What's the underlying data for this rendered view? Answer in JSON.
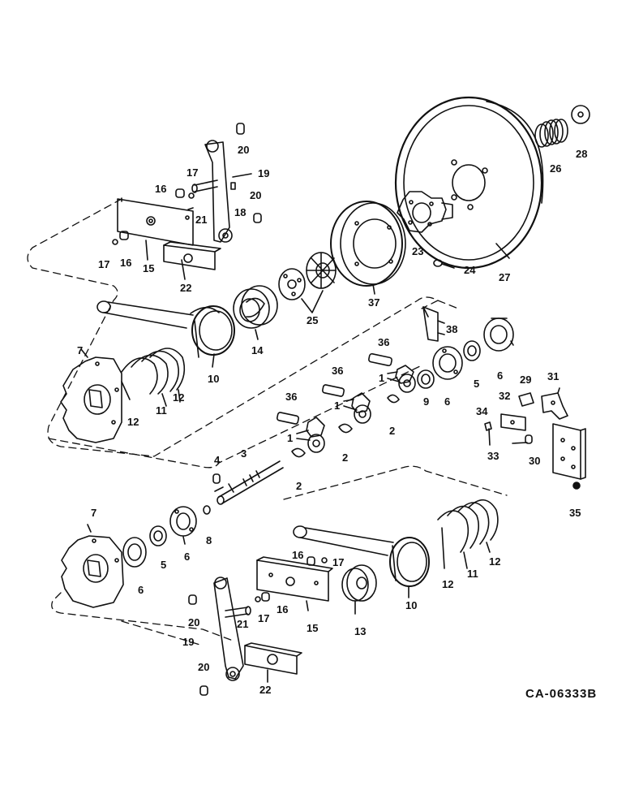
{
  "diagram": {
    "drawing_code": "CA-06333B",
    "callouts": [
      {
        "key": "n20a",
        "text": "20"
      },
      {
        "key": "n19a",
        "text": "19"
      },
      {
        "key": "n17a",
        "text": "17"
      },
      {
        "key": "n16a",
        "text": "16"
      },
      {
        "key": "n20b",
        "text": "20"
      },
      {
        "key": "n21a",
        "text": "21"
      },
      {
        "key": "n18a",
        "text": "18"
      },
      {
        "key": "n17b",
        "text": "17"
      },
      {
        "key": "n16b",
        "text": "16"
      },
      {
        "key": "n15a",
        "text": "15"
      },
      {
        "key": "n22a",
        "text": "22"
      },
      {
        "key": "n26",
        "text": "26"
      },
      {
        "key": "n28",
        "text": "28"
      },
      {
        "key": "n23",
        "text": "23"
      },
      {
        "key": "n24",
        "text": "24"
      },
      {
        "key": "n27",
        "text": "27"
      },
      {
        "key": "n37",
        "text": "37"
      },
      {
        "key": "n25",
        "text": "25"
      },
      {
        "key": "n14",
        "text": "14"
      },
      {
        "key": "n7a",
        "text": "7"
      },
      {
        "key": "n10a",
        "text": "10"
      },
      {
        "key": "n12a",
        "text": "12"
      },
      {
        "key": "n11a",
        "text": "11"
      },
      {
        "key": "n12b",
        "text": "12"
      },
      {
        "key": "n38",
        "text": "38"
      },
      {
        "key": "n36a",
        "text": "36"
      },
      {
        "key": "n36b",
        "text": "36"
      },
      {
        "key": "n36c",
        "text": "36"
      },
      {
        "key": "n1a",
        "text": "1"
      },
      {
        "key": "n1b",
        "text": "1"
      },
      {
        "key": "n1c",
        "text": "1"
      },
      {
        "key": "n9",
        "text": "9"
      },
      {
        "key": "n6a",
        "text": "6"
      },
      {
        "key": "n5a",
        "text": "5"
      },
      {
        "key": "n6b",
        "text": "6"
      },
      {
        "key": "n2a",
        "text": "2"
      },
      {
        "key": "n2b",
        "text": "2"
      },
      {
        "key": "n2c",
        "text": "2"
      },
      {
        "key": "n29",
        "text": "29"
      },
      {
        "key": "n31",
        "text": "31"
      },
      {
        "key": "n32",
        "text": "32"
      },
      {
        "key": "n34",
        "text": "34"
      },
      {
        "key": "n33",
        "text": "33"
      },
      {
        "key": "n30",
        "text": "30"
      },
      {
        "key": "n35",
        "text": "35"
      },
      {
        "key": "n4",
        "text": "4"
      },
      {
        "key": "n3",
        "text": "3"
      },
      {
        "key": "n8",
        "text": "8"
      },
      {
        "key": "n7b",
        "text": "7"
      },
      {
        "key": "n6c",
        "text": "6"
      },
      {
        "key": "n5b",
        "text": "5"
      },
      {
        "key": "n6d",
        "text": "6"
      },
      {
        "key": "n16c",
        "text": "16"
      },
      {
        "key": "n17c",
        "text": "17"
      },
      {
        "key": "n17d",
        "text": "17"
      },
      {
        "key": "n16d",
        "text": "16"
      },
      {
        "key": "n15b",
        "text": "15"
      },
      {
        "key": "n13",
        "text": "13"
      },
      {
        "key": "n10b",
        "text": "10"
      },
      {
        "key": "n12c",
        "text": "12"
      },
      {
        "key": "n11b",
        "text": "11"
      },
      {
        "key": "n12d",
        "text": "12"
      },
      {
        "key": "n20c",
        "text": "20"
      },
      {
        "key": "n21b",
        "text": "21"
      },
      {
        "key": "n19b",
        "text": "19"
      },
      {
        "key": "n20d",
        "text": "20"
      },
      {
        "key": "n22b",
        "text": "22"
      }
    ]
  }
}
